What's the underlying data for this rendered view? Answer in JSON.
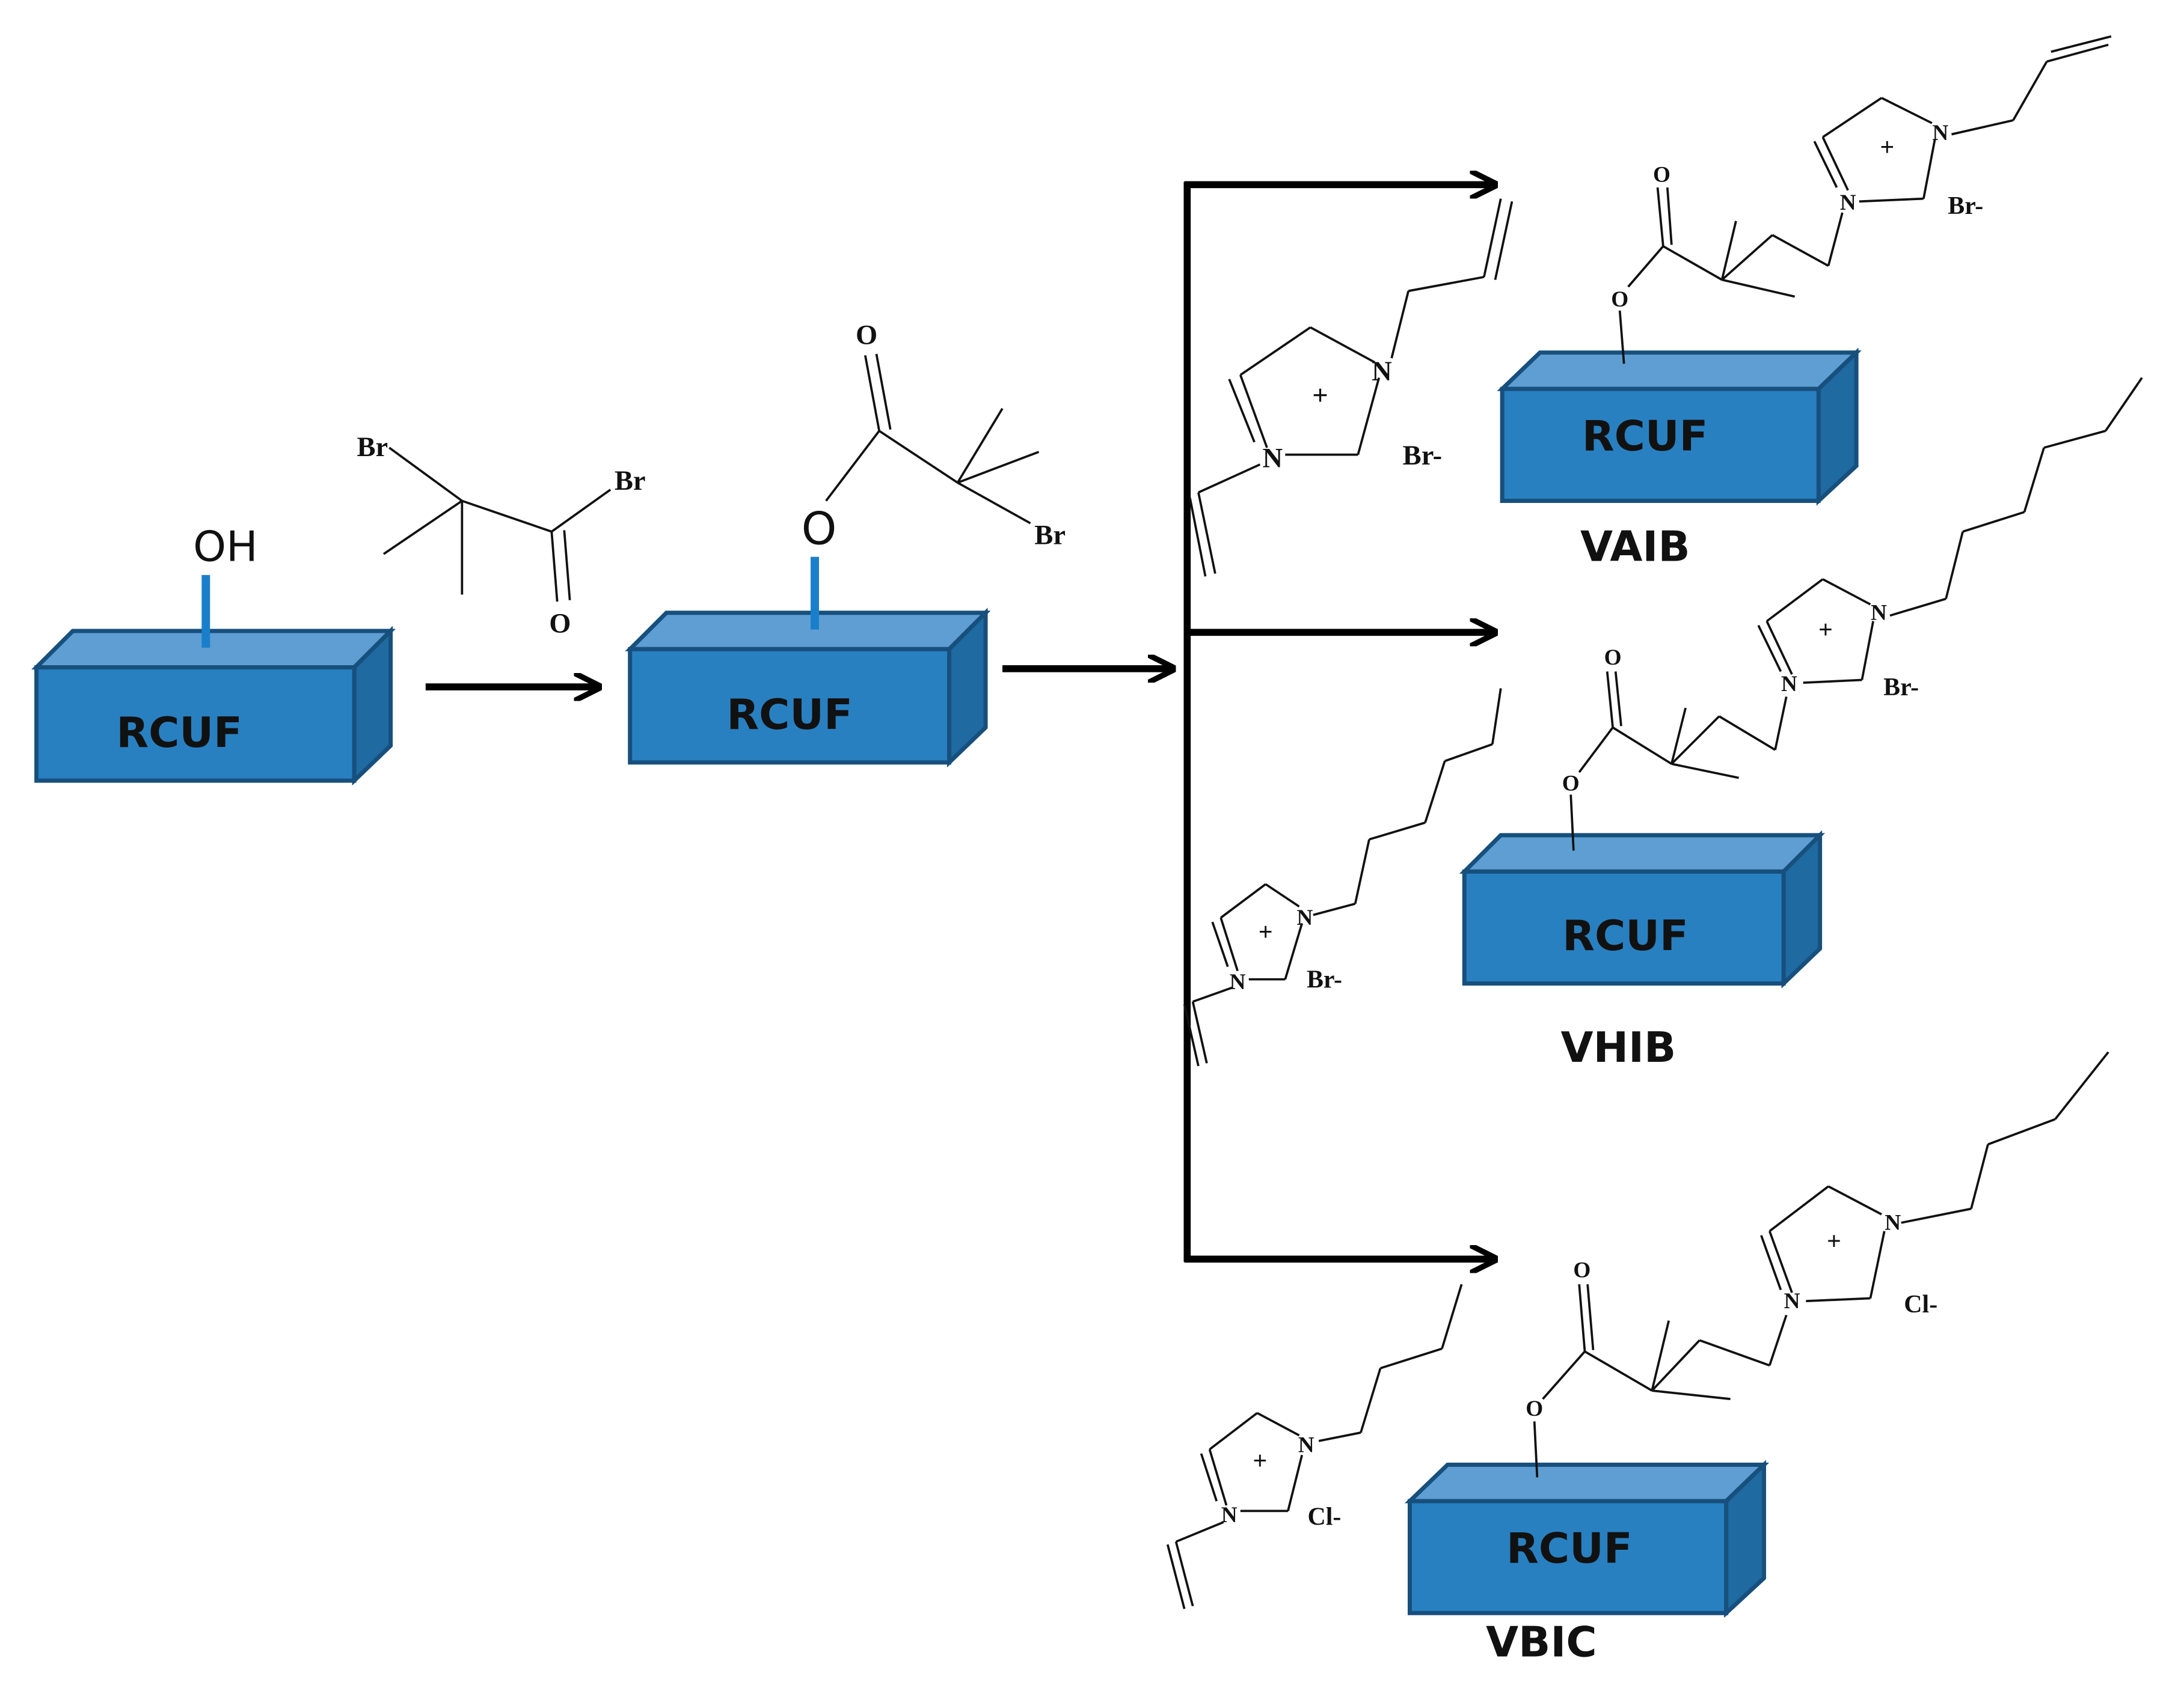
{
  "colors": {
    "box_front": "#2880c0",
    "box_top": "#5f9ed2",
    "box_side": "#1f6aa0",
    "box_edge": "#174f7d",
    "linker": "#1a7fcb",
    "bond": "#111111",
    "arrow": "#000000"
  },
  "box_label": "RCUF",
  "labels": {
    "hydroxyl": "OH",
    "ester_o_start": "O",
    "o": "O",
    "br": "Br",
    "n": "N",
    "plus": "+",
    "br_minus": "Br-",
    "cl_minus": "Cl-"
  },
  "products": {
    "vaib": "VAIB",
    "vhib": "VHIB",
    "vbic": "VBIC"
  }
}
